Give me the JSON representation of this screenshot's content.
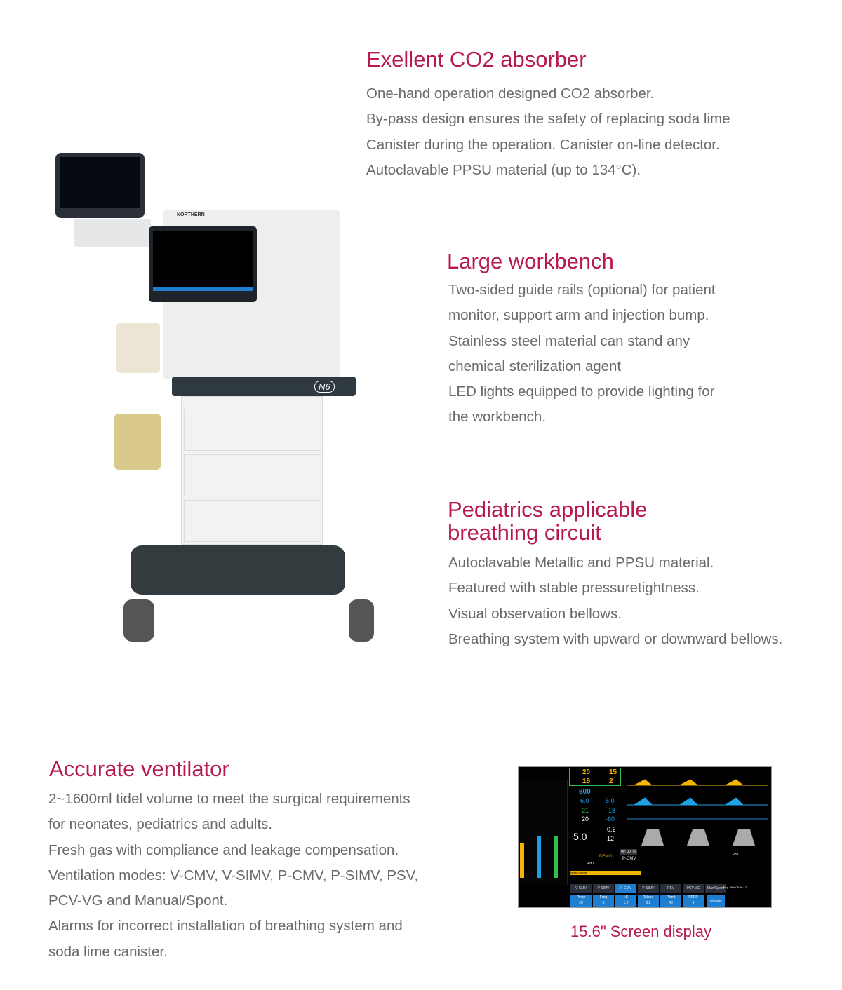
{
  "sections": [
    {
      "title": "Exellent CO2 absorber",
      "lines": [
        "One-hand operation designed CO2 absorber.",
        "By-pass design ensures the safety of replacing soda lime",
        "Canister during the operation. Canister on-line detector.",
        "Autoclavable PPSU material (up to 134°C)."
      ]
    },
    {
      "title": "Large workbench",
      "lines": [
        "Two-sided guide rails (optional) for patient",
        "monitor, support arm and injection bump.",
        "Stainless steel material can stand any",
        "chemical sterilization agent",
        "LED lights equipped to provide lighting for",
        "the workbench."
      ]
    },
    {
      "title_lines": [
        "Pediatrics applicable",
        "breathing circuit"
      ],
      "lines": [
        "Autoclavable Metallic and PPSU material.",
        "Featured with stable pressuretightness.",
        "Visual observation bellows.",
        "Breathing system with upward or downward bellows."
      ]
    },
    {
      "title": "Accurate ventilator",
      "lines": [
        "2~1600ml tidel volume to meet the surgical requirements",
        "for neonates, pediatrics and adults.",
        "Fresh gas with compliance and leakage compensation.",
        "Ventilation modes: V-CMV, V-SIMV, P-CMV, P-SIMV, PSV,",
        "PCV-VG and Manual/Spont.",
        "Alarms for incorrect installation of breathing system and",
        "soda lime canister."
      ]
    }
  ],
  "product": {
    "brand": "NORTHERN",
    "model": "N6"
  },
  "screen": {
    "caption": "15.6\"  Screen display",
    "values": {
      "ppeak": "20",
      "pmean": "15",
      "pplat": "16",
      "peep": "2",
      "vte": "500",
      "mv1": "6.0",
      "mv2": "6.0",
      "fio2": "21",
      "rr": "18",
      "freq": "20",
      "neg": "-60",
      "big": "5.0",
      "ie1": "0.2",
      "ie2": "12"
    },
    "timer": "00: 00: 00",
    "mode": "P-CMV",
    "demo": "DEMO",
    "patient": "Adu",
    "agents": "Mixed Agents",
    "psi": "PSI",
    "date": "Sep-26th  09:26:17",
    "modes": [
      "V-CMV",
      "V-SIMV",
      "P-CMV",
      "P-SIMV",
      "PSV",
      "PCV-VG",
      "Man/Spont"
    ],
    "active_mode": "P-CMV",
    "params": [
      {
        "label": "Pinsp",
        "value": "20"
      },
      {
        "label": "Freq",
        "value": "8"
      },
      {
        "label": "I:E",
        "value": "1:2"
      },
      {
        "label": "Tslope",
        "value": "0.2"
      },
      {
        "label": "Plimit",
        "value": "40"
      },
      {
        "label": "PEEP",
        "value": "0"
      }
    ],
    "set_mode": "Set Mode",
    "colors": {
      "yellow": "#f5b400",
      "blue": "#1ea0e6",
      "green": "#2ec04a"
    }
  },
  "colors": {
    "accent": "#b81a50",
    "text": "#6a6a6a"
  }
}
